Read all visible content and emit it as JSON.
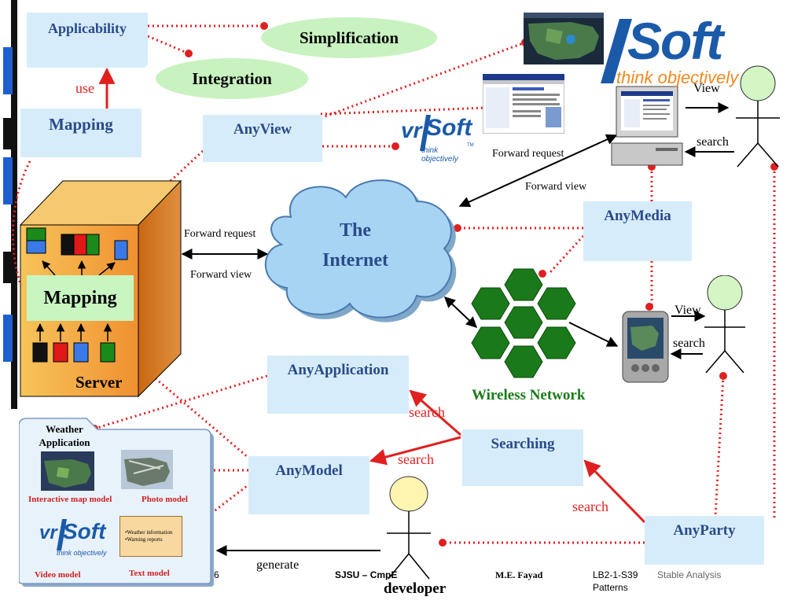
{
  "boxes": {
    "applicability": "Applicability",
    "mapping_top": "Mapping",
    "anyview": "AnyView",
    "anymedia": "AnyMedia",
    "anyapplication": "AnyApplication",
    "searching": "Searching",
    "anymodel": "AnyModel",
    "anyparty": "AnyParty"
  },
  "ellipses": {
    "simplification": "Simplification",
    "integration": "Integration"
  },
  "server": {
    "mapping": "Mapping",
    "label": "Server"
  },
  "cloud": {
    "line1": "The",
    "line2": "Internet"
  },
  "labels": {
    "use": "use",
    "forward_request_left": "Forward request",
    "forward_view_left": "Forward view",
    "forward_request_right": "Forward request",
    "forward_view_right": "Forward view",
    "view_top": "View",
    "search_top": "search",
    "view_mid": "View",
    "search_mid": "search",
    "wireless_network": "Wireless Network",
    "search_1": "search",
    "search_2": "search",
    "search_3": "search",
    "generate": "generate",
    "developer": "developer"
  },
  "logo": {
    "vr": "vr",
    "soft": "Soft",
    "tagline": "think objectively",
    "tm": "TM"
  },
  "weather_card": {
    "title_line1": "Weather",
    "title_line2": "Application",
    "interactive": "Interactive map model",
    "photo": "Photo model",
    "video": "Video model",
    "text": "Text model",
    "bullet1": "•Weather information",
    "bullet2": "•Warning reports"
  },
  "footer": {
    "page": "6",
    "org": "SJSU – CmpE",
    "author": "M.E. Fayad",
    "code": "LB2-1-S39",
    "title1": "Stable Analysis",
    "title2": "Patterns"
  },
  "colors": {
    "doc_fill": "#d6ecfa",
    "doc_text": "#2a4a8a",
    "ellipse_fill": "#c8f2c0",
    "dotted_link": "#e02020",
    "hex_fill": "#1a7a1a",
    "cloud_fill": "#a8d4f4",
    "server_fill": "#f0a040",
    "logo_blue": "#1b5aa8",
    "logo_orange": "#f08a20"
  }
}
